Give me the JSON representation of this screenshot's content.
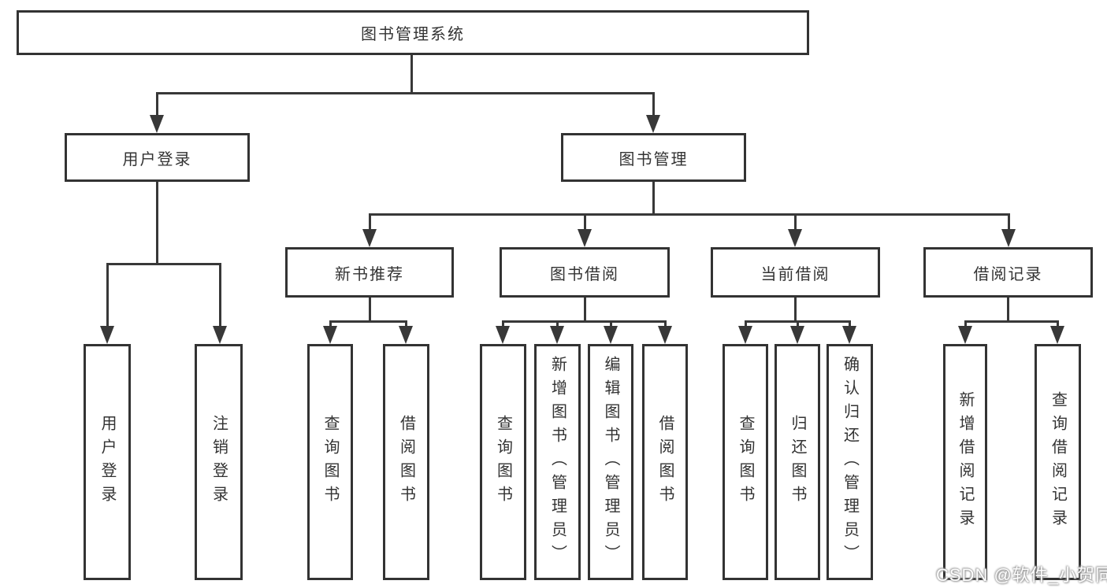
{
  "diagram": {
    "root": {
      "label": "图书管理系统",
      "children": [
        {
          "label": "用户登录",
          "children": [
            {
              "label": "用户登录"
            },
            {
              "label": "注销登录"
            }
          ]
        },
        {
          "label": "图书管理",
          "children": [
            {
              "label": "新书推荐",
              "children": [
                {
                  "label": "查询图书"
                },
                {
                  "label": "借阅图书"
                }
              ]
            },
            {
              "label": "图书借阅",
              "children": [
                {
                  "label": "查询图书"
                },
                {
                  "label": "新增图书（管理员）"
                },
                {
                  "label": "编辑图书（管理员）"
                },
                {
                  "label": "借阅图书"
                }
              ]
            },
            {
              "label": "当前借阅",
              "children": [
                {
                  "label": "查询图书"
                },
                {
                  "label": "归还图书"
                },
                {
                  "label": "确认归还（管理员）"
                }
              ]
            },
            {
              "label": "借阅记录",
              "children": [
                {
                  "label": "新增借阅记录"
                },
                {
                  "label": "查询借阅记录"
                }
              ]
            }
          ]
        }
      ]
    }
  },
  "watermark": {
    "text": "CSDN @软件_小贺同学"
  },
  "colors": {
    "line": "#383838",
    "border": "#333333",
    "text": "#333333",
    "background": "#ffffff",
    "watermark_text": "#fdfdfd"
  }
}
